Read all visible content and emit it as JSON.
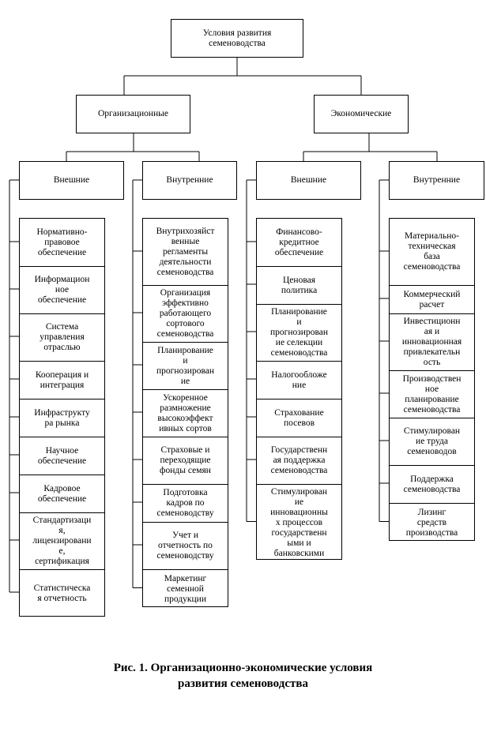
{
  "root": {
    "lines": [
      "Условия развития",
      "семеноводства"
    ]
  },
  "level1": [
    {
      "id": "org",
      "label": "Организационные"
    },
    {
      "id": "eco",
      "label": "Экономические"
    }
  ],
  "level2": [
    {
      "id": "org-ext",
      "label": "Внешние"
    },
    {
      "id": "org-int",
      "label": "Внутренние"
    },
    {
      "id": "eco-ext",
      "label": "Внешние"
    },
    {
      "id": "eco-int",
      "label": "Внутренние"
    }
  ],
  "columns": [
    {
      "id": "org-ext",
      "items": [
        [
          "Нормативно-",
          "правовое",
          "обеспечение"
        ],
        [
          "Информацион",
          "ное",
          "обеспечение"
        ],
        [
          "Система",
          "управления",
          "отраслью"
        ],
        [
          "Кооперация и",
          "интеграция"
        ],
        [
          "Инфраструкту",
          "ра рынка"
        ],
        [
          "Научное",
          "обеспечение"
        ],
        [
          "Кадровое",
          "обеспечение"
        ],
        [
          "Стандартизаци",
          "я,",
          "лицензировани",
          "е,",
          "сертификация"
        ],
        [
          "Статистическа",
          "я отчетность"
        ]
      ]
    },
    {
      "id": "org-int",
      "items": [
        [
          "Внутрихозяйст",
          "венные",
          "регламенты",
          "деятельности",
          "семеноводства"
        ],
        [
          "Организация",
          "эффективно",
          "работающего",
          "сортового",
          "семеноводства"
        ],
        [
          "Планирование",
          "и",
          "прогнозирован",
          "ие"
        ],
        [
          "Ускоренное",
          "размножение",
          "высокоэффект",
          "ивных сортов"
        ],
        [
          "Страховые и",
          "переходящие",
          "фонды семян"
        ],
        [
          "Подготовка",
          "кадров по",
          "семеноводству"
        ],
        [
          "Учет и",
          "отчетность по",
          "семеноводству"
        ],
        [
          "Маркетинг",
          "семенной",
          "продукции"
        ]
      ]
    },
    {
      "id": "eco-ext",
      "items": [
        [
          "Финансово-",
          "кредитное",
          "обеспечение"
        ],
        [
          "Ценовая",
          "политика"
        ],
        [
          "Планирование",
          "и",
          "прогнозирован",
          "ие селекции",
          "семеноводства"
        ],
        [
          "Налогообложе",
          "ние"
        ],
        [
          "Страхование",
          "посевов"
        ],
        [
          "Государственн",
          "ая поддержка",
          "семеноводства"
        ],
        [
          "Стимулирован",
          "ие",
          "инновационны",
          "х процессов",
          "государственн",
          "ыми и",
          "банковскими"
        ]
      ]
    },
    {
      "id": "eco-int",
      "items": [
        [
          "Материально-",
          "техническая",
          "база",
          "семеноводства"
        ],
        [
          "Коммерческий",
          "расчет"
        ],
        [
          "Инвестиционн",
          "ая и",
          "инновационная",
          "привлекательн",
          "ость"
        ],
        [
          "Производствен",
          "ное",
          "планирование",
          "семеноводства"
        ],
        [
          "Стимулирован",
          "ие труда",
          "семеноводов"
        ],
        [
          "Поддержка",
          "семеноводства"
        ],
        [
          "Лизинг",
          "средств",
          "производства"
        ]
      ]
    }
  ],
  "caption": {
    "line1": "Рис. 1. Организационно-экономические условия",
    "line2": "развития семеноводства"
  }
}
